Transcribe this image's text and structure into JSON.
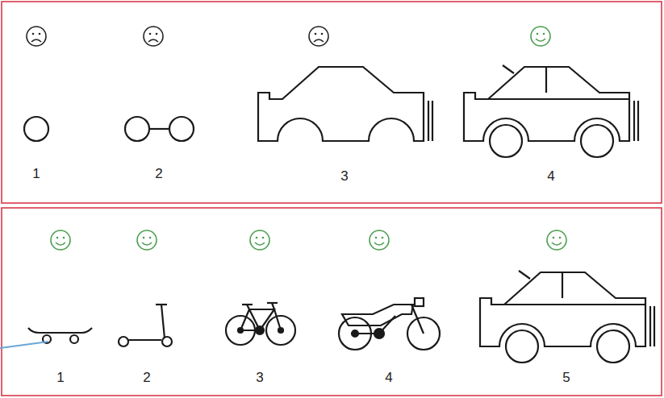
{
  "diagram": {
    "labels": [
      "1",
      "2",
      "3",
      "4",
      "1",
      "2",
      "3",
      "4",
      "5"
    ]
  }
}
